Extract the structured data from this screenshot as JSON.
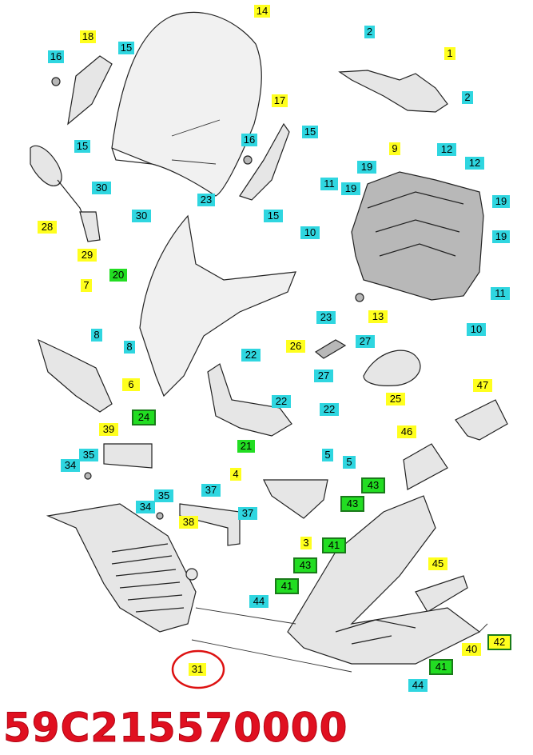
{
  "colors": {
    "yellow_label": "#ffff1e",
    "cyan_label": "#2fd6e0",
    "green_label": "#22dd22",
    "part_number": "#e01020",
    "highlight_circle": "#dd1111"
  },
  "callouts": [
    {
      "id": "c14",
      "text": "14",
      "color": "yellow"
    },
    {
      "id": "c2a",
      "text": "2",
      "color": "cyan"
    },
    {
      "id": "c18",
      "text": "18",
      "color": "yellow"
    },
    {
      "id": "c15a",
      "text": "15",
      "color": "cyan"
    },
    {
      "id": "c16a",
      "text": "16",
      "color": "cyan"
    },
    {
      "id": "c1",
      "text": "1",
      "color": "yellow"
    },
    {
      "id": "c2b",
      "text": "2",
      "color": "cyan"
    },
    {
      "id": "c17",
      "text": "17",
      "color": "yellow"
    },
    {
      "id": "c15b",
      "text": "15",
      "color": "cyan"
    },
    {
      "id": "c15c",
      "text": "15",
      "color": "cyan"
    },
    {
      "id": "c16b",
      "text": "16",
      "color": "cyan"
    },
    {
      "id": "c9",
      "text": "9",
      "color": "yellow"
    },
    {
      "id": "c12a",
      "text": "12",
      "color": "cyan"
    },
    {
      "id": "c19a",
      "text": "19",
      "color": "cyan"
    },
    {
      "id": "c12b",
      "text": "12",
      "color": "cyan"
    },
    {
      "id": "c11a",
      "text": "11",
      "color": "cyan"
    },
    {
      "id": "c19b",
      "text": "19",
      "color": "cyan"
    },
    {
      "id": "c30a",
      "text": "30",
      "color": "cyan"
    },
    {
      "id": "c23a",
      "text": "23",
      "color": "cyan"
    },
    {
      "id": "c19c",
      "text": "19",
      "color": "cyan"
    },
    {
      "id": "c30b",
      "text": "30",
      "color": "cyan"
    },
    {
      "id": "c15d",
      "text": "15",
      "color": "cyan"
    },
    {
      "id": "c28",
      "text": "28",
      "color": "yellow"
    },
    {
      "id": "c10a",
      "text": "10",
      "color": "cyan"
    },
    {
      "id": "c19d",
      "text": "19",
      "color": "cyan"
    },
    {
      "id": "c29",
      "text": "29",
      "color": "yellow"
    },
    {
      "id": "c20",
      "text": "20",
      "color": "green"
    },
    {
      "id": "c7",
      "text": "7",
      "color": "yellow"
    },
    {
      "id": "c11b",
      "text": "11",
      "color": "cyan"
    },
    {
      "id": "c23b",
      "text": "23",
      "color": "cyan"
    },
    {
      "id": "c13",
      "text": "13",
      "color": "yellow"
    },
    {
      "id": "c10b",
      "text": "10",
      "color": "cyan"
    },
    {
      "id": "c8a",
      "text": "8",
      "color": "cyan"
    },
    {
      "id": "c8b",
      "text": "8",
      "color": "cyan"
    },
    {
      "id": "c26",
      "text": "26",
      "color": "yellow"
    },
    {
      "id": "c27a",
      "text": "27",
      "color": "cyan"
    },
    {
      "id": "c22a",
      "text": "22",
      "color": "cyan"
    },
    {
      "id": "c27b",
      "text": "27",
      "color": "cyan"
    },
    {
      "id": "c6",
      "text": "6",
      "color": "yellow"
    },
    {
      "id": "c25",
      "text": "25",
      "color": "yellow"
    },
    {
      "id": "c47",
      "text": "47",
      "color": "yellow"
    },
    {
      "id": "c22b",
      "text": "22",
      "color": "cyan"
    },
    {
      "id": "c22c",
      "text": "22",
      "color": "cyan"
    },
    {
      "id": "c24",
      "text": "24",
      "color": "green",
      "boxed": true
    },
    {
      "id": "c39",
      "text": "39",
      "color": "yellow"
    },
    {
      "id": "c46",
      "text": "46",
      "color": "yellow"
    },
    {
      "id": "c21",
      "text": "21",
      "color": "green"
    },
    {
      "id": "c35a",
      "text": "35",
      "color": "cyan"
    },
    {
      "id": "c5a",
      "text": "5",
      "color": "cyan"
    },
    {
      "id": "c34a",
      "text": "34",
      "color": "cyan"
    },
    {
      "id": "c4",
      "text": "4",
      "color": "yellow"
    },
    {
      "id": "c5b",
      "text": "5",
      "color": "cyan"
    },
    {
      "id": "c43a",
      "text": "43",
      "color": "green",
      "boxed": true
    },
    {
      "id": "c37a",
      "text": "37",
      "color": "cyan"
    },
    {
      "id": "c35b",
      "text": "35",
      "color": "cyan"
    },
    {
      "id": "c43b",
      "text": "43",
      "color": "green",
      "boxed": true
    },
    {
      "id": "c34b",
      "text": "34",
      "color": "cyan"
    },
    {
      "id": "c37b",
      "text": "37",
      "color": "cyan"
    },
    {
      "id": "c38",
      "text": "38",
      "color": "yellow"
    },
    {
      "id": "c3",
      "text": "3",
      "color": "yellow"
    },
    {
      "id": "c41a",
      "text": "41",
      "color": "green",
      "boxed": true
    },
    {
      "id": "c45",
      "text": "45",
      "color": "yellow"
    },
    {
      "id": "c43c",
      "text": "43",
      "color": "green",
      "boxed": true
    },
    {
      "id": "c41b",
      "text": "41",
      "color": "green",
      "boxed": true
    },
    {
      "id": "c44a",
      "text": "44",
      "color": "cyan"
    },
    {
      "id": "c40",
      "text": "40",
      "color": "yellow"
    },
    {
      "id": "c42",
      "text": "42",
      "color": "yellow",
      "boxed": true
    },
    {
      "id": "c31",
      "text": "31",
      "color": "yellow"
    },
    {
      "id": "c41c",
      "text": "41",
      "color": "green",
      "boxed": true
    },
    {
      "id": "c44b",
      "text": "44",
      "color": "cyan"
    }
  ],
  "part_number": "59C215570000"
}
